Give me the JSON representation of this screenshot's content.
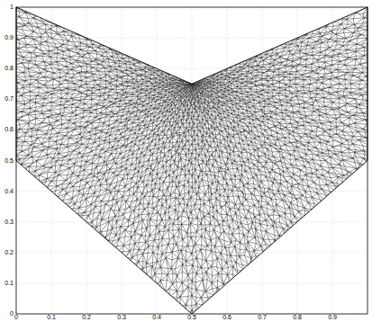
{
  "diagram": {
    "labels": [
      "0",
      "0.1",
      "0.2",
      "0.3",
      "0.4",
      "0.5",
      "0.6",
      "0.7",
      "0.8",
      "0.9",
      "0",
      "0.1",
      "0.2",
      "0.3",
      "0.4",
      "0.5",
      "0.6",
      "0.7",
      "0.8",
      "0.9",
      "1"
    ]
  }
}
